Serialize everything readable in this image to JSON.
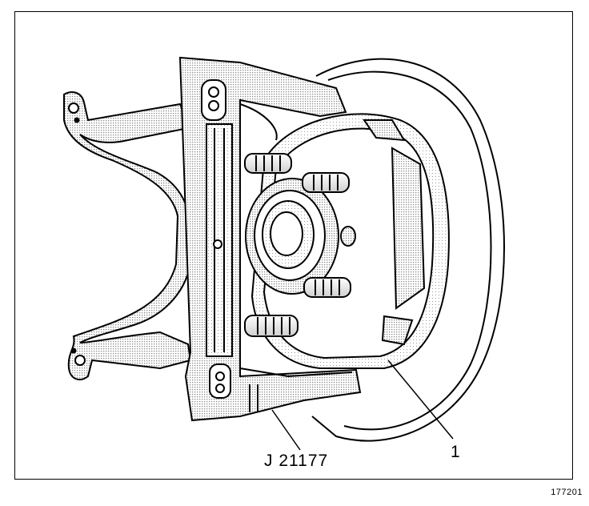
{
  "callouts": {
    "tool_label": "J 21177",
    "part_number": "1"
  },
  "figure_id": "177201",
  "colors": {
    "line": "#000000",
    "tint": "#9a9a9a",
    "background": "#ffffff"
  }
}
